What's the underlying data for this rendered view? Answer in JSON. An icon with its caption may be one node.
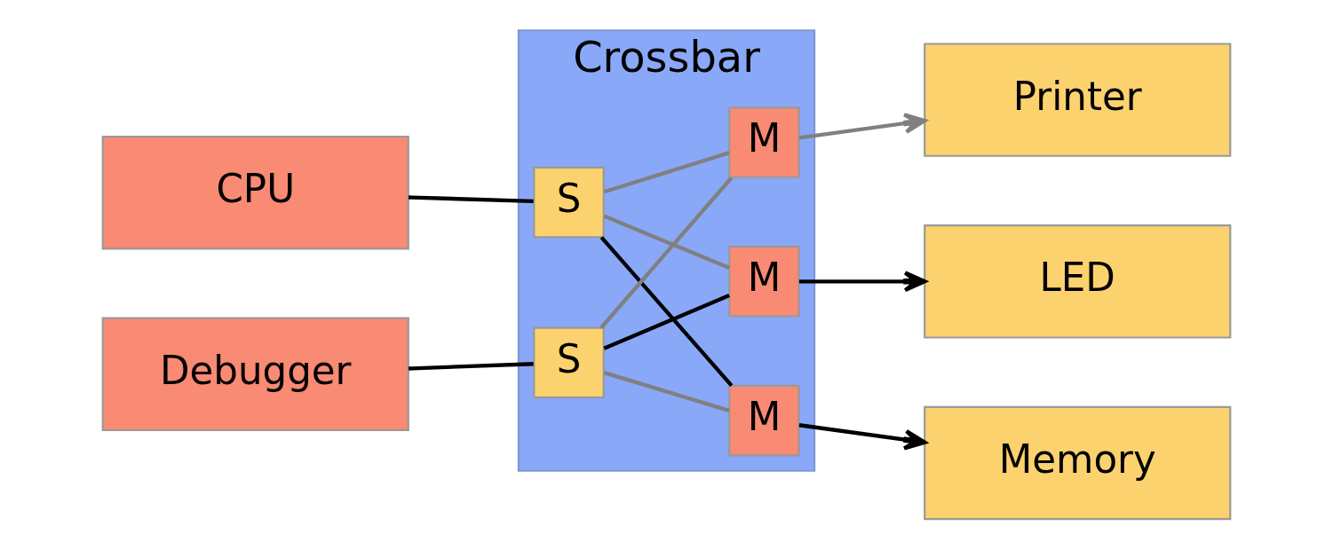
{
  "diagram": {
    "nodes": [
      {
        "text": [
          "CPU"
        ]
      },
      {
        "text": [
          "Debugger"
        ]
      },
      {
        "text": [
          "Crossbar"
        ]
      },
      {
        "text": [
          "S"
        ],
        "in": 2
      },
      {
        "text": [
          "S"
        ],
        "in": 2
      },
      {
        "text": [
          "M"
        ],
        "in": 2
      },
      {
        "text": [
          "M"
        ],
        "in": 2
      },
      {
        "text": [
          "M"
        ],
        "in": 2
      },
      {
        "text": [
          "Printer"
        ]
      },
      {
        "text": [
          "LED"
        ]
      },
      {
        "text": [
          "Memory"
        ]
      }
    ],
    "edges": [
      {
        "from": 0,
        "to": 3,
        "arrow": "none"
      },
      {
        "from": 1,
        "to": 4,
        "arrow": "none"
      },
      {
        "from": 3,
        "to": 5,
        "arrow": "none",
        "color": "#808080"
      },
      {
        "from": 3,
        "to": 6,
        "arrow": "none",
        "color": "#808080"
      },
      {
        "from": 3,
        "to": 7,
        "arrow": "none"
      },
      {
        "from": 4,
        "to": 5,
        "arrow": "none",
        "color": "#808080"
      },
      {
        "from": 4,
        "to": 6,
        "arrow": "none"
      },
      {
        "from": 4,
        "to": 7,
        "arrow": "none",
        "color": "#808080"
      },
      {
        "from": 5,
        "to": 8,
        "arrow": "to",
        "color": "#808080"
      },
      {
        "from": 6,
        "to": 9,
        "arrow": "to"
      },
      {
        "from": 7,
        "to": 10,
        "arrow": "to"
      }
    ]
  }
}
